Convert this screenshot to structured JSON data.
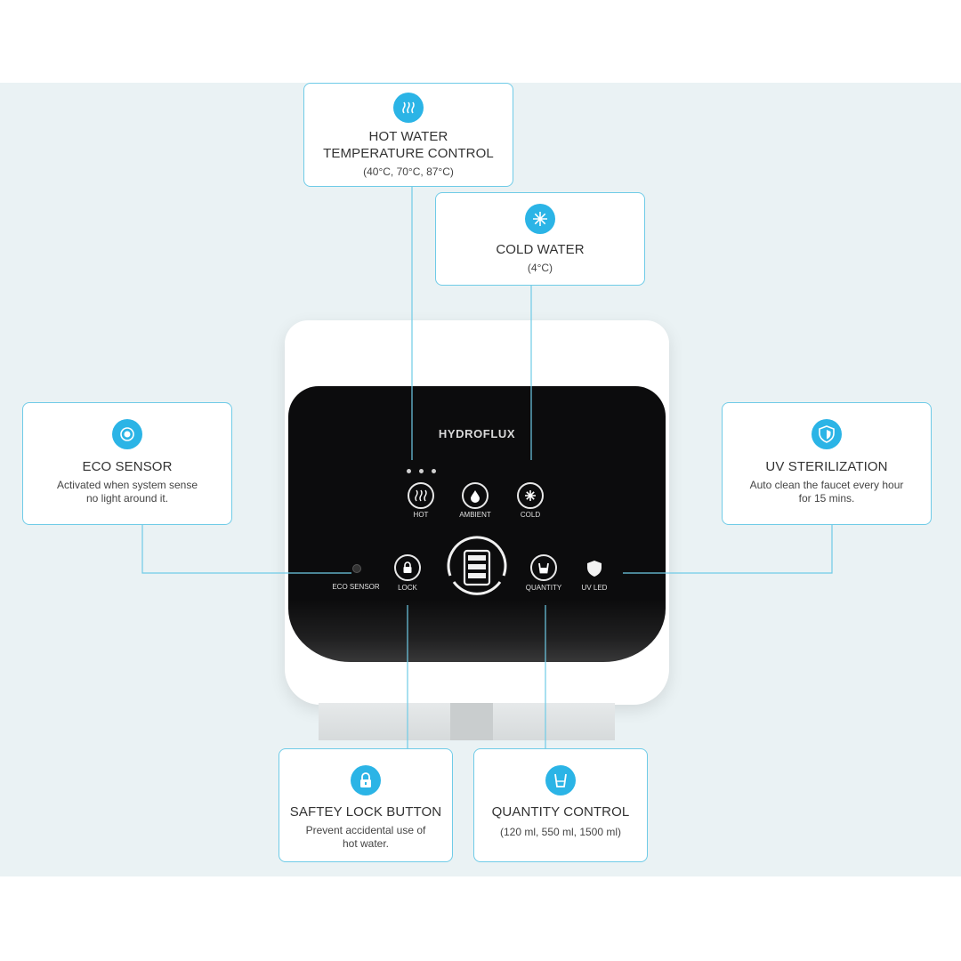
{
  "device": {
    "brand": "HYDROFLUX",
    "buttons": {
      "hot": "HOT",
      "ambient": "AMBIENT",
      "cold": "COLD",
      "eco_sensor": "ECO SENSOR",
      "lock": "LOCK",
      "quantity": "QUANTITY",
      "uv_led": "UV LED"
    }
  },
  "callouts": {
    "hot_water": {
      "title_line1": "HOT WATER",
      "title_line2": "TEMPERATURE CONTROL",
      "desc": "(40°C, 70°C, 87°C)",
      "icon": "heat-icon"
    },
    "cold_water": {
      "title": "COLD WATER",
      "desc": "(4°C)",
      "icon": "snowflake-icon"
    },
    "eco_sensor": {
      "title": "ECO SENSOR",
      "desc_line1": "Activated when system sense",
      "desc_line2": "no light around it.",
      "icon": "sensor-icon"
    },
    "uv_sterilization": {
      "title": "UV STERILIZATION",
      "desc_line1": "Auto clean the faucet every hour",
      "desc_line2": "for 15 mins.",
      "icon": "shield-icon"
    },
    "safety_lock": {
      "title": "SAFTEY LOCK BUTTON",
      "desc_line1": "Prevent accidental use of",
      "desc_line2": "hot water.",
      "icon": "lock-icon"
    },
    "quantity_control": {
      "title": "QUANTITY CONTROL",
      "desc": "(120 ml, 550 ml, 1500 ml)",
      "icon": "cup-icon"
    }
  },
  "colors": {
    "accent": "#2bb4e6",
    "border": "#6fcbe7",
    "panel": "#0c0c0d",
    "background": "#eaf2f4"
  }
}
